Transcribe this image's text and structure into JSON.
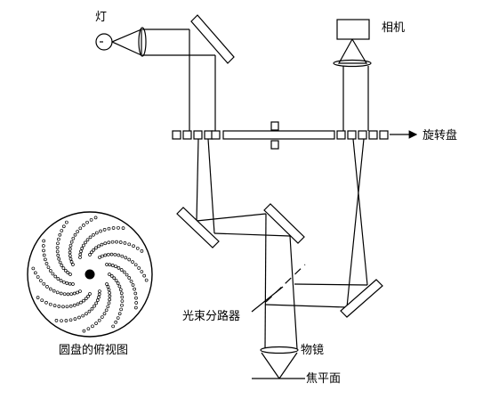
{
  "labels": {
    "lamp": "灯",
    "camera": "相机",
    "spinning_disk": "旋转盘",
    "beam_splitter": "光束分路器",
    "objective": "物镜",
    "focal_plane": "焦平面",
    "disk_top_view": "圆盘的俯视图"
  },
  "colors": {
    "line": "#000000",
    "background": "#ffffff"
  }
}
